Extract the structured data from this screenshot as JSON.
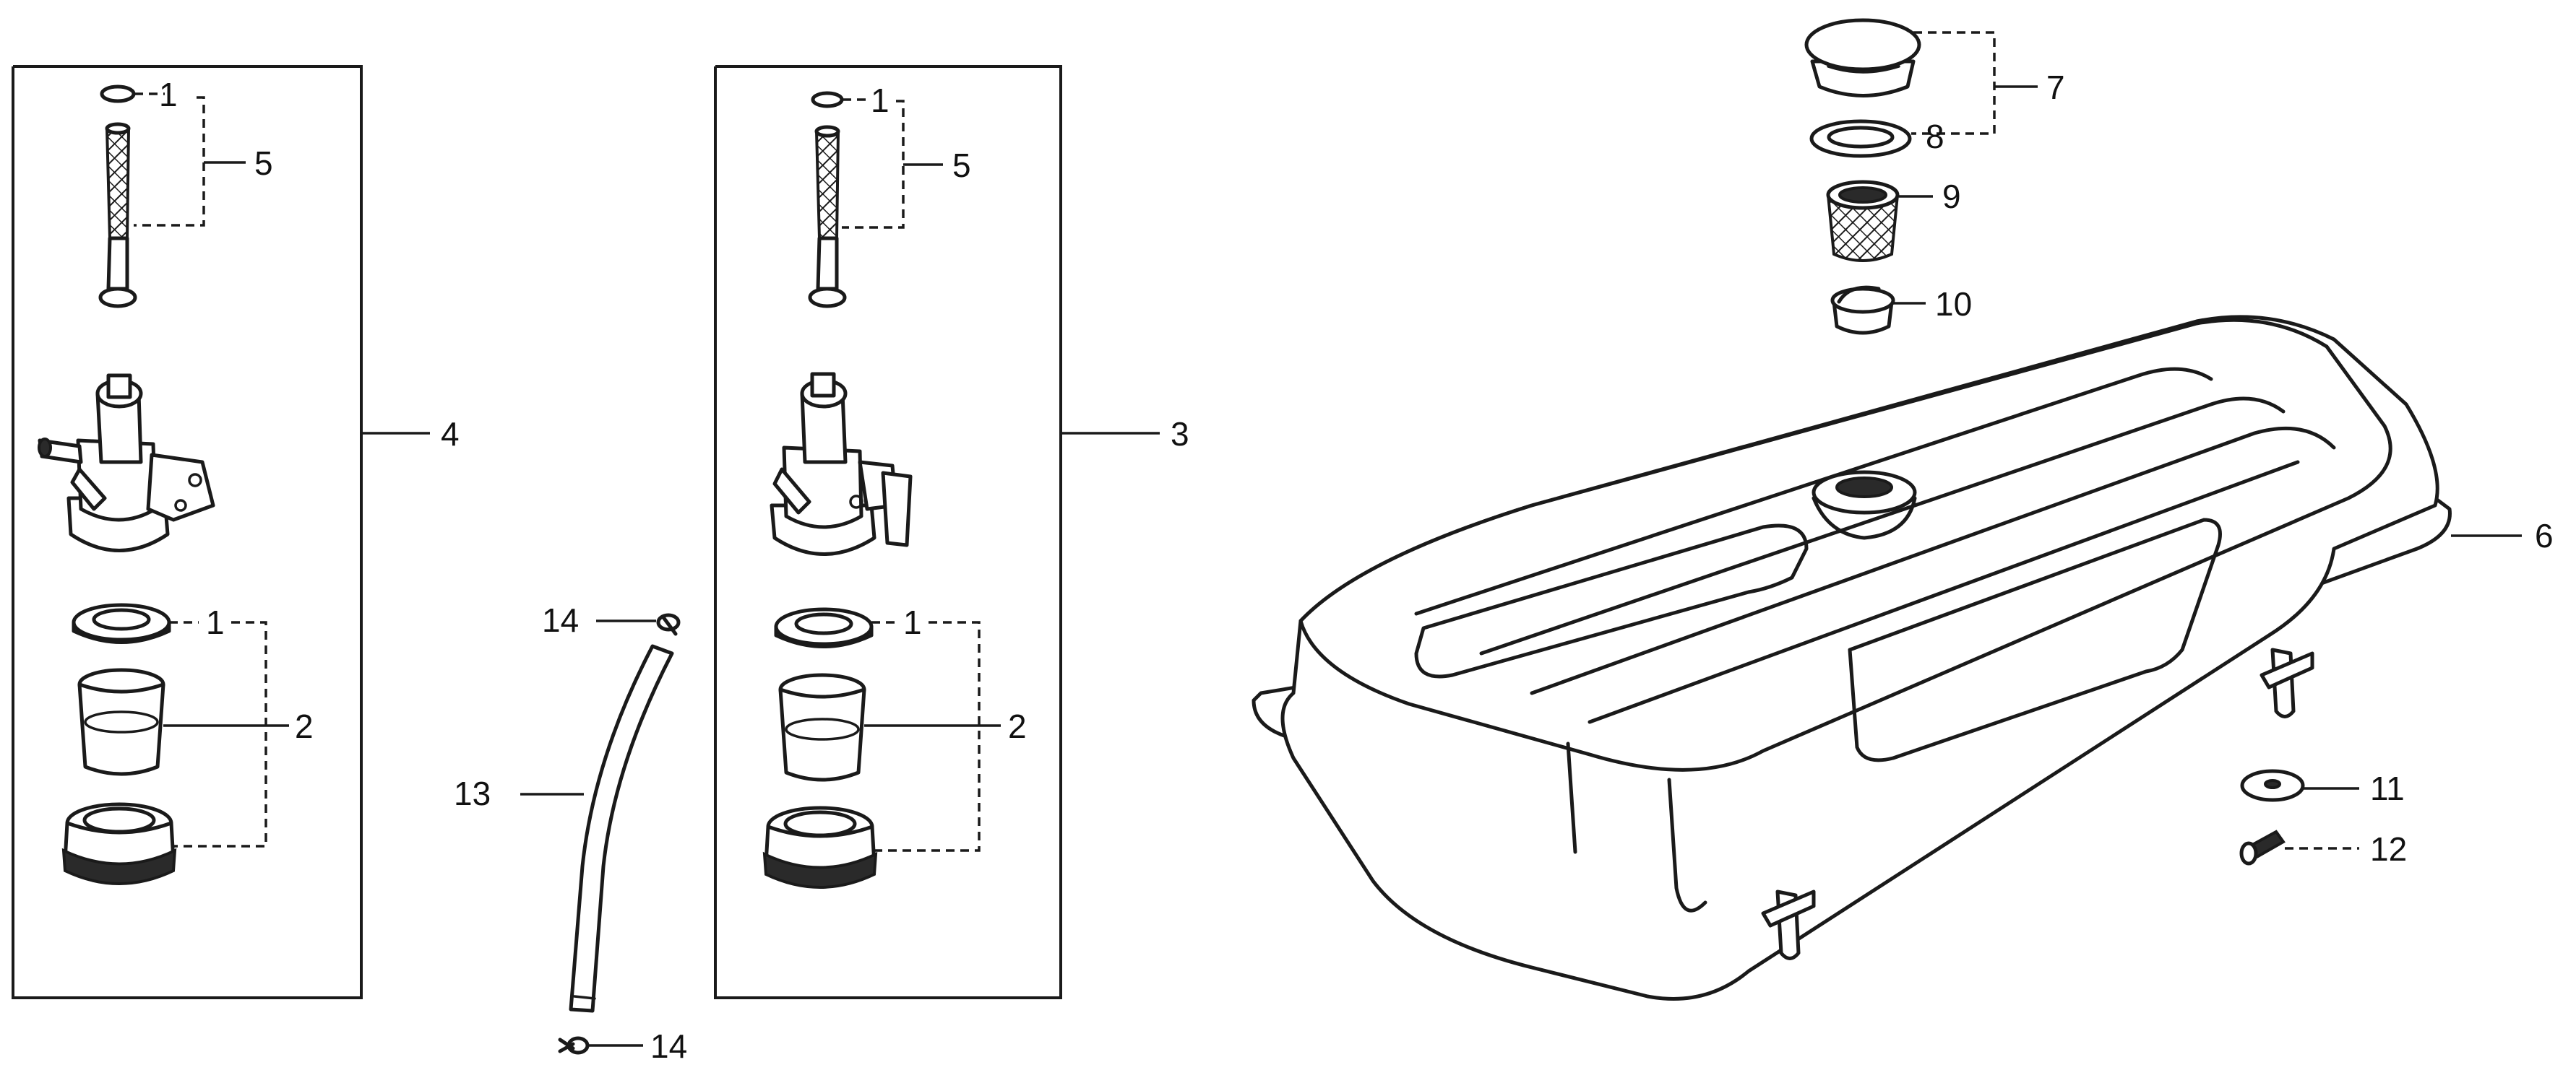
{
  "callouts": {
    "left_group": [
      "1",
      "5",
      "4",
      "1",
      "2"
    ],
    "middle_group": [
      "1",
      "5",
      "3",
      "1",
      "2"
    ],
    "fuel_line": [
      "14",
      "13",
      "14"
    ],
    "tank_parts": [
      "7",
      "8",
      "9",
      "10",
      "6",
      "11",
      "12"
    ]
  }
}
